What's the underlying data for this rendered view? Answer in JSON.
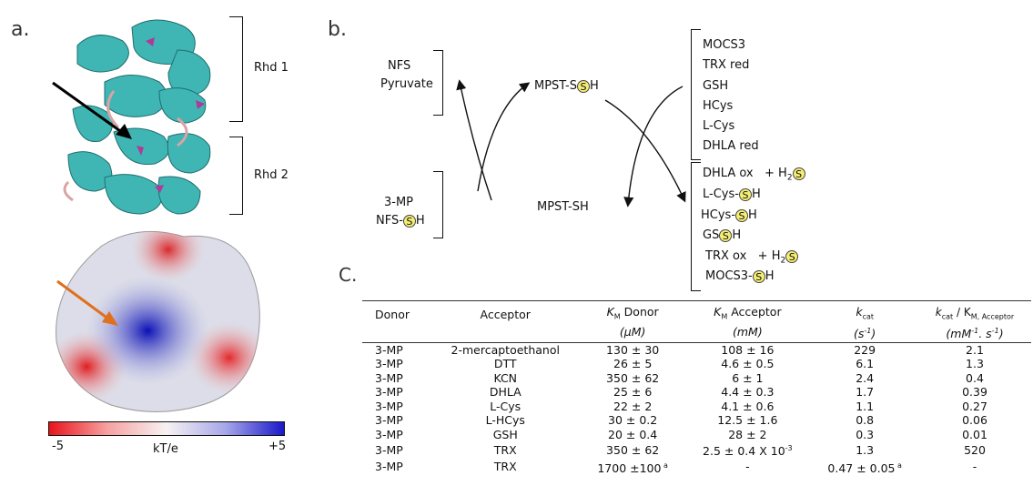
{
  "panel_a": {
    "label": "a.",
    "domain1_label": "Rhd 1",
    "domain2_label": "Rhd 2",
    "colorbar": {
      "min_label": "-5",
      "mid_label": "kT/e",
      "max_label": "+5",
      "min": -5,
      "max": 5
    }
  },
  "panel_b": {
    "label": "b.",
    "left_top": [
      "NFS",
      "Pyruvate"
    ],
    "left_bottom": [
      "3-MP",
      "NFS-",
      "H"
    ],
    "mid_top": [
      "MPST-S",
      "H"
    ],
    "mid_bottom": "MPST-SH",
    "right_top": [
      "MOCS3",
      "TRX red",
      "GSH",
      "HCys",
      "L-Cys",
      "DHLA red"
    ],
    "right_bottom": {
      "r1a": "DHLA ox",
      "r1b": "+ H",
      "r1sub": "2",
      "r2a": "L-Cys-",
      "r2b": "H",
      "r3a": "HCys-",
      "r3b": "H",
      "r4a": "GS",
      "r4b": "H",
      "r5a": "TRX ox",
      "r5b": "+ H",
      "r5sub": "2",
      "r6a": "MOCS3-",
      "r6b": "H"
    },
    "s_letter": "S"
  },
  "panel_c": {
    "label": "C.",
    "headers": {
      "donor": "Donor",
      "acceptor": "Acceptor",
      "km_donor_k": "K",
      "km_donor_sub": "M",
      "km_donor_rest": " Donor",
      "km_donor_unit": "(μM)",
      "km_acc_k": "K",
      "km_acc_sub": "M",
      "km_acc_rest": " Acceptor",
      "km_acc_unit": "(mM)",
      "kcat_k": "k",
      "kcat_sub": "cat",
      "kcat_unit": "(s",
      "ratio_k": "k",
      "ratio_sub": "cat",
      "ratio_mid": " / K",
      "ratio_sub2": "M, Acceptor",
      "ratio_unit": "(mM",
      "ratio_unit_mid": ". s",
      "ratio_unit_end": ")",
      "sup": "-1"
    },
    "rows": [
      [
        "3-MP",
        "2-mercaptoethanol",
        "130 ± 30",
        "108 ± 16",
        "229",
        "2.1"
      ],
      [
        "3-MP",
        "DTT",
        "26 ± 5",
        "4.6 ± 0.5",
        "6.1",
        "1.3"
      ],
      [
        "3-MP",
        "KCN",
        "350 ± 62",
        "6 ± 1",
        "2.4",
        "0.4"
      ],
      [
        "3-MP",
        "DHLA",
        "25 ± 6",
        "4.4 ± 0.3",
        "1.7",
        "0.39"
      ],
      [
        "3-MP",
        "L-Cys",
        "22 ± 2",
        "4.1 ± 0.6",
        "1.1",
        "0.27"
      ],
      [
        "3-MP",
        "L-HCys",
        "30 ± 0.2",
        "12.5 ± 1.6",
        "0.8",
        "0.06"
      ],
      [
        "3-MP",
        "GSH",
        "20 ± 0.4",
        "28 ± 2",
        "0.3",
        "0.01"
      ],
      [
        "3-MP",
        "TRX",
        "350 ± 62",
        "2.5 ± 0.4 X 10",
        "1.3",
        "520"
      ],
      [
        "3-MP",
        "TRX",
        "1700 ±100",
        "-",
        "0.47 ± 0.05",
        "-"
      ]
    ],
    "trx_exp": "-3",
    "footnote_mark": "a"
  }
}
